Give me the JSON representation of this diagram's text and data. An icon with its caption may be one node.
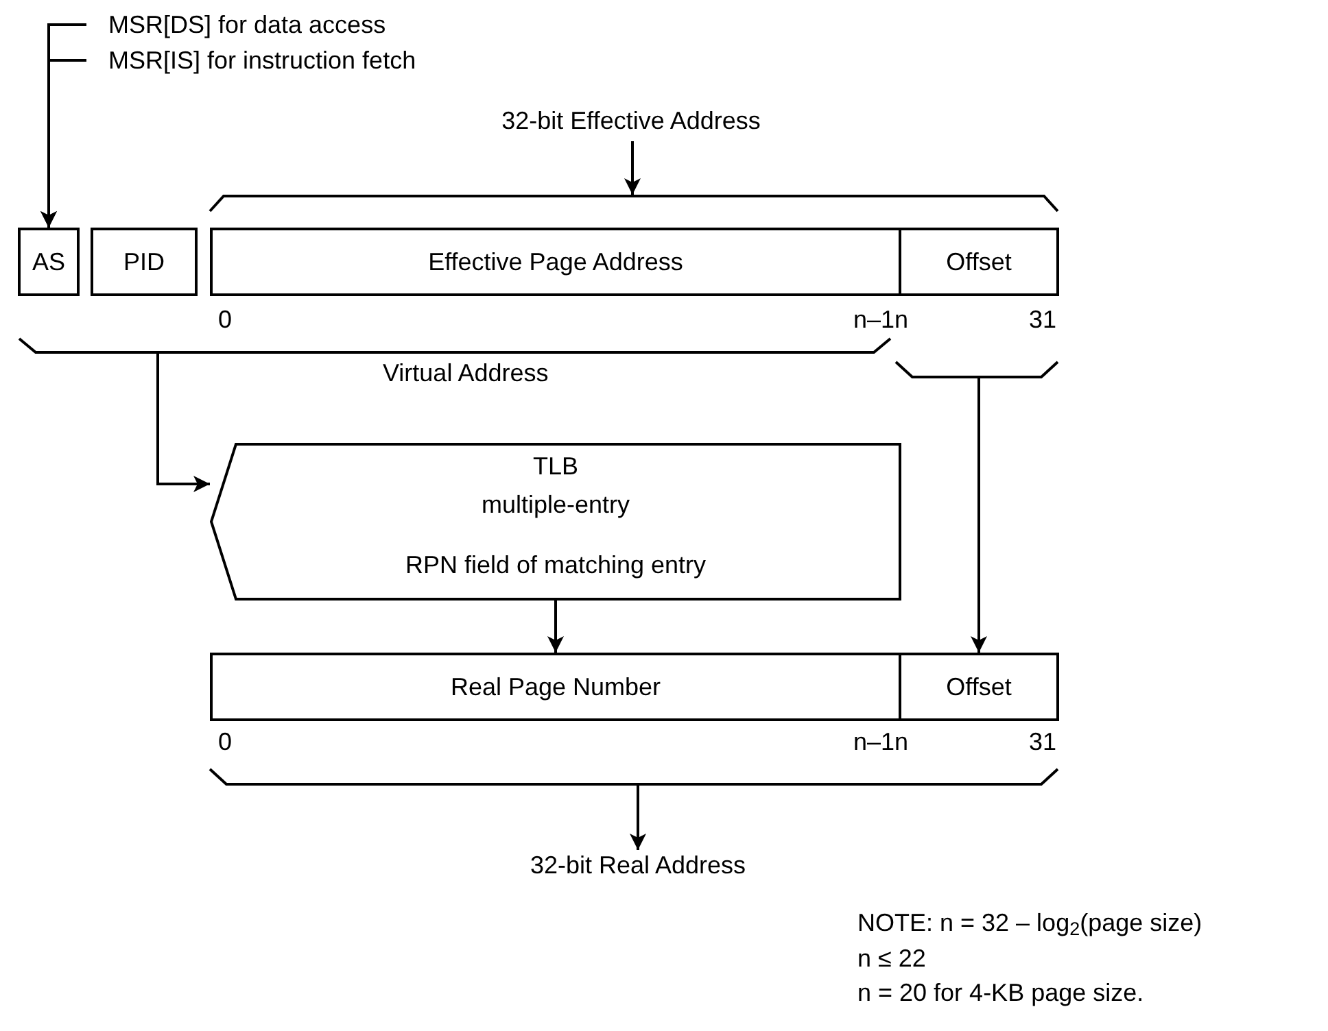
{
  "diagram": {
    "nodes": [
      {
        "text": [
          "MSR[DS] for data access"
        ]
      },
      {
        "text": [
          "MSR[IS] for instruction fetch"
        ]
      },
      {
        "text": [
          "32-bit Effective Address"
        ]
      },
      {
        "text": [],
        "shape": "brace"
      },
      {
        "text": [
          "AS"
        ]
      },
      {
        "text": [
          "PID"
        ]
      },
      {
        "text": [
          "Effective Page Address"
        ]
      },
      {
        "text": [
          "Offset"
        ]
      },
      {
        "text": [],
        "shape": "brace",
        "beside": [
          "Virtual Address"
        ]
      },
      {
        "text": [],
        "shape": "brace"
      },
      {
        "text": [
          "TLB",
          "multiple-entry",
          "RPN field of matching entry"
        ]
      },
      {
        "text": [
          "Real Page Number"
        ]
      },
      {
        "text": [
          "Offset"
        ]
      },
      {
        "text": [],
        "shape": "brace"
      },
      {
        "text": [
          "32-bit Real Address"
        ]
      }
    ],
    "edges": [
      {
        "from": 0,
        "to": 4,
        "arrow": "to"
      },
      {
        "from": 1,
        "to": 4,
        "arrow": "to"
      },
      {
        "from": 2,
        "to": 3,
        "arrow": "to"
      },
      {
        "from": 8,
        "to": 10,
        "arrow": "to"
      },
      {
        "from": 9,
        "to": 12,
        "arrow": "to"
      },
      {
        "from": 10,
        "to": 11,
        "arrow": "to"
      },
      {
        "from": 13,
        "to": 14,
        "arrow": "to"
      }
    ],
    "labels": [
      "0",
      "n–1",
      "n",
      "31",
      "0",
      "n–1",
      "n",
      "31",
      "NOTE: n = 32 – log$_{2}$(page size)",
      "n ≤ 22",
      "n = 20 for 4-KB page size."
    ]
  }
}
